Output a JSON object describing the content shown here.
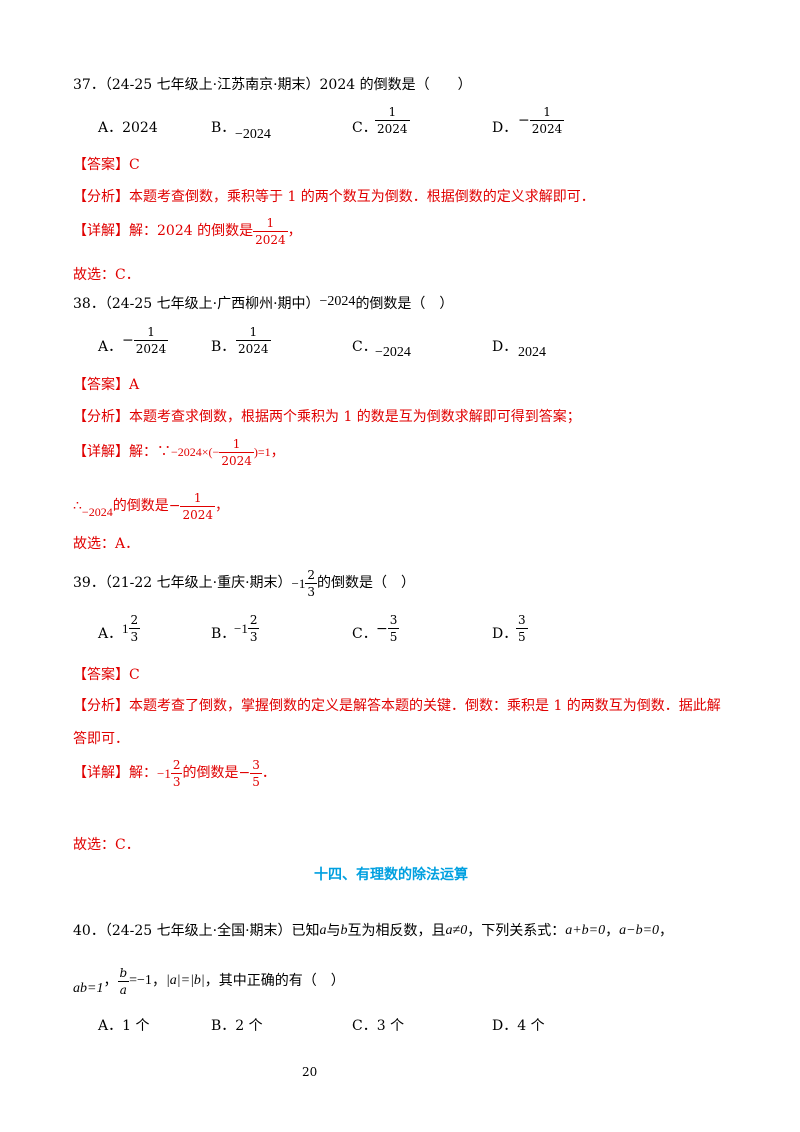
{
  "q37": {
    "stem": "37．（24-25 七年级上·江苏南京·期末）2024 的倒数是（　　）",
    "optA": "A．2024",
    "optB_label": "B．",
    "optB_val": "−2024",
    "optC_label": "C．",
    "optC_num": "1",
    "optC_den": "2024",
    "optD_label": "D．",
    "optD_sign": "−",
    "optD_num": "1",
    "optD_den": "2024",
    "answer": "【答案】C",
    "analysis": "【分析】本题考查倒数，乘积等于 1 的两个数互为倒数．根据倒数的定义求解即可．",
    "detail_prefix": "【详解】解：2024 的倒数是",
    "detail_num": "1",
    "detail_den": "2024",
    "detail_suffix": "，",
    "choice": "故选：C．"
  },
  "q38": {
    "stem_prefix": "38．（24-25 七年级上·广西柳州·期中）",
    "stem_math": "−2024",
    "stem_suffix": "的倒数是（　）",
    "optA_label": "A．",
    "optA_sign": "−",
    "optA_num": "1",
    "optA_den": "2024",
    "optB_label": "B．",
    "optB_num": "1",
    "optB_den": "2024",
    "optC_label": "C．",
    "optC_val": "−2024",
    "optD_label": "D．",
    "optD_val": "2024",
    "answer": "【答案】A",
    "analysis": "【分析】本题考查求倒数，根据两个乘积为 1 的数是互为倒数求解即可得到答案；",
    "detail_prefix": "【详解】解：∵",
    "detail_math1": "−2024×(−",
    "detail_num": "1",
    "detail_den": "2024",
    "detail_math2": ")=1",
    "detail_suffix": "，",
    "therefore": "∴",
    "therefore_math": "−2024",
    "therefore_text": "的倒数是",
    "therefore_sign": "−",
    "therefore_num": "1",
    "therefore_den": "2024",
    "therefore_suffix": "，",
    "choice": "故选：A．"
  },
  "q39": {
    "stem_prefix": "39．（21-22 七年级上·重庆·期末）",
    "stem_math": "−1",
    "stem_num": "2",
    "stem_den": "3",
    "stem_suffix": "的倒数是（　）",
    "optA_label": "A．",
    "optA_whole": "1",
    "optA_num": "2",
    "optA_den": "3",
    "optB_label": "B．",
    "optB_whole": "−1",
    "optB_num": "2",
    "optB_den": "3",
    "optC_label": "C．",
    "optC_sign": "−",
    "optC_num": "3",
    "optC_den": "5",
    "optD_label": "D．",
    "optD_num": "3",
    "optD_den": "5",
    "answer": "【答案】C",
    "analysis1": "【分析】本题考查了倒数，掌握倒数的定义是解答本题的关键．倒数：乘积是 1 的两数互为倒数．据此解",
    "analysis2": "答即可．",
    "detail_prefix": "【详解】解：",
    "detail_whole": "−1",
    "detail_num": "2",
    "detail_den": "3",
    "detail_mid": "的倒数是",
    "detail_sign": "−",
    "detail_num2": "3",
    "detail_den2": "5",
    "detail_suffix": "．",
    "choice": "故选：C．"
  },
  "section_title": "十四、有理数的除法运算",
  "q40": {
    "stem_prefix": "40．（24-25 七年级上·全国·期末）已知",
    "a1": "a",
    "and": "与",
    "b1": "b",
    "mid": "互为相反数，且",
    "cond": "a≠0",
    "rel_text": "，下列关系式：",
    "rel1": "a+b=0",
    "comma1": "，",
    "rel2": "a−b=0",
    "comma2": "，",
    "rel3": "ab=1",
    "comma3": "，",
    "frac_num": "b",
    "frac_den": "a",
    "rel4_rest": "=−1",
    "comma4": "，",
    "rel5": "|a|=|b|",
    "tail": "，其中正确的有（　）",
    "optA": "A．1 个",
    "optB": "B．2 个",
    "optC": "C．3 个",
    "optD": "D．4 个"
  },
  "page_number": "20"
}
